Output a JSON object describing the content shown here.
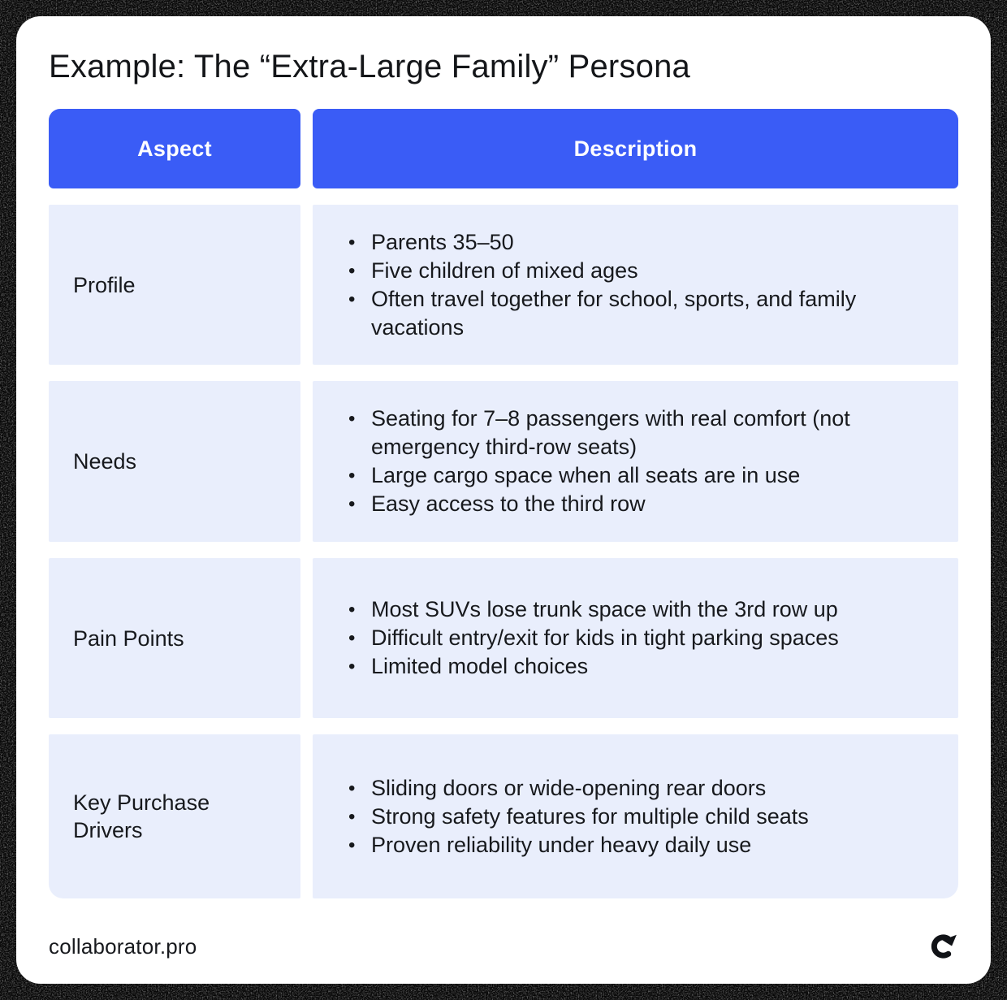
{
  "page": {
    "title": "Example: The “Extra-Large Family” Persona"
  },
  "table": {
    "bullet_char": "•",
    "headers": {
      "aspect": "Aspect",
      "description": "Description"
    },
    "rows": [
      {
        "aspect": "Profile",
        "items": [
          "Parents 35–50",
          "Five children of mixed ages",
          "Often travel together for school, sports, and family vacations"
        ]
      },
      {
        "aspect": "Needs",
        "items": [
          "Seating for 7–8 passengers with real comfort (not emergency third-row seats)",
          "Large cargo space when all seats are in use",
          "Easy access to the third row"
        ]
      },
      {
        "aspect": "Pain Points",
        "items": [
          "Most SUVs lose trunk space with the 3rd row up",
          "Difficult entry/exit for kids in tight parking spaces",
          "Limited model choices"
        ]
      },
      {
        "aspect": "Key Purchase Drivers",
        "items": [
          "Sliding doors or wide-opening rear doors",
          "Strong safety features for multiple child seats",
          "Proven reliability under heavy daily use"
        ]
      }
    ]
  },
  "footer": {
    "site": "collaborator.pro",
    "logo": "collaborator-logo"
  },
  "colors": {
    "header_bg": "#3a5cf6",
    "cell_bg": "#e9eefc",
    "header_text": "#ffffff",
    "text": "#17191d",
    "card_bg": "#ffffff",
    "frame_bg": "#060606"
  }
}
